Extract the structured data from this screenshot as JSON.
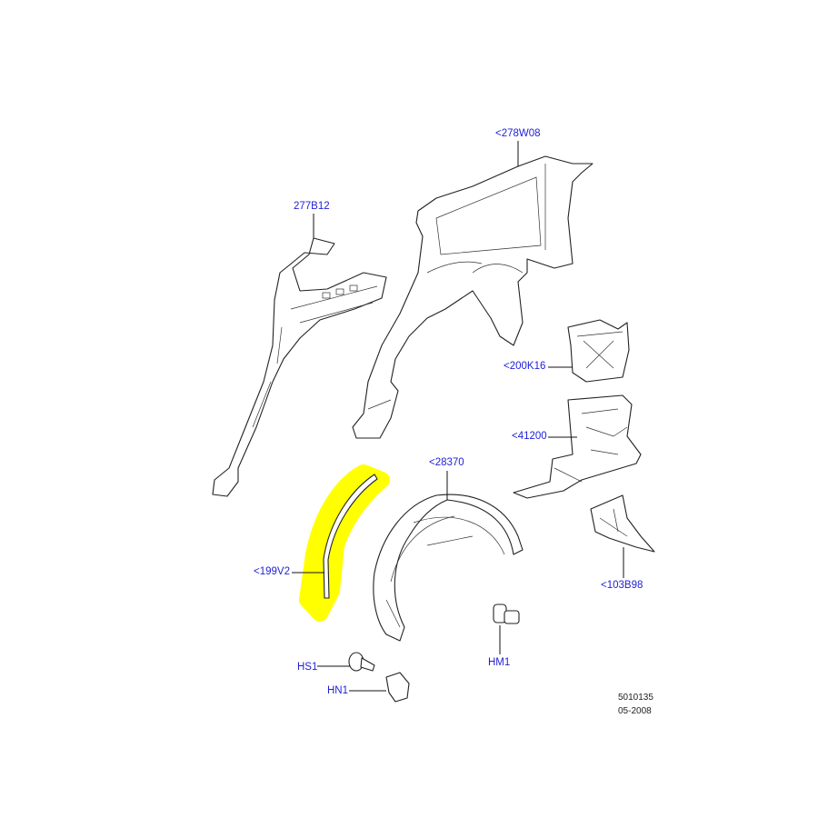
{
  "callouts": [
    {
      "id": "278W08",
      "text": "<278W08"
    },
    {
      "id": "277B12",
      "text": "277B12"
    },
    {
      "id": "200K16",
      "text": "<200K16"
    },
    {
      "id": "41200",
      "text": "<41200"
    },
    {
      "id": "28370",
      "text": "<28370"
    },
    {
      "id": "199V2",
      "text": "<199V2"
    },
    {
      "id": "103B98",
      "text": "<103B98"
    },
    {
      "id": "HS1",
      "text": "HS1"
    },
    {
      "id": "HM1",
      "text": "HM1"
    },
    {
      "id": "HN1",
      "text": "HN1"
    }
  ],
  "reference": {
    "number": "5010135",
    "date": "05-2008"
  },
  "colors": {
    "callout": "#1f1fd6",
    "highlight": "#ffff00"
  }
}
